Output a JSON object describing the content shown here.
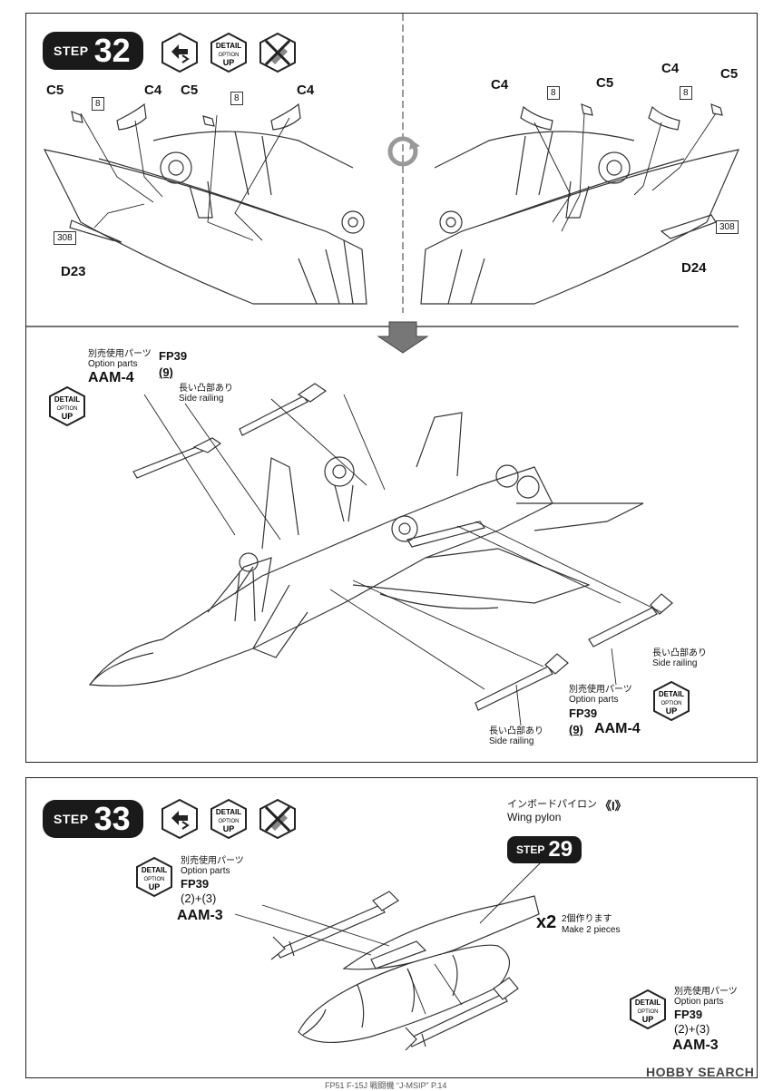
{
  "step32": {
    "step_word": "STEP",
    "step_number": "32",
    "parts": {
      "c5_left": "C5",
      "c4_left": "C4",
      "c5_mid": "C5",
      "c4_mid": "C4",
      "c4_right1": "C4",
      "c5_right1": "C5",
      "c4_right2": "C4",
      "c5_right2": "C5",
      "num8": "8",
      "d23": "D23",
      "d24": "D24",
      "num308": "308"
    },
    "detail_badge": {
      "line1": "DETAIL",
      "line2": "OPTION",
      "line3": "UP"
    },
    "left_callout": {
      "jp": "別売使用パーツ",
      "en": "Option parts",
      "part": "AAM-4",
      "fp": "FP39",
      "fp_num": "(9)",
      "rail_jp": "長い凸部あり",
      "rail_en": "Side railing"
    },
    "right_callout": {
      "rail_jp": "長い凸部あり",
      "rail_en": "Side railing",
      "jp": "別売使用パーツ",
      "en": "Option parts",
      "fp": "FP39",
      "fp_num": "(9)",
      "part": "AAM-4",
      "rail2_jp": "長い凸部あり",
      "rail2_en": "Side railing"
    }
  },
  "step33": {
    "step_word": "STEP",
    "step_number": "33",
    "pylon_jp": "インボードパイロン",
    "pylon_mark": "《I》",
    "pylon_en": "Wing pylon",
    "ref_step_word": "STEP",
    "ref_step_number": "29",
    "multiplier": "x2",
    "make_jp": "2個作ります",
    "make_en": "Make 2 pieces",
    "left_callout": {
      "jp": "別売使用パーツ",
      "en": "Option parts",
      "fp": "FP39",
      "fp_num": "(2)+(3)",
      "part": "AAM-3"
    },
    "right_callout": {
      "jp": "別売使用パーツ",
      "en": "Option parts",
      "fp": "FP39",
      "fp_num": "(2)+(3)",
      "part": "AAM-3"
    }
  },
  "footer": {
    "text": "FP51 F-15J 戦闘機 “J-MSIP” P.14",
    "brand": "HOBBY SEARCH"
  }
}
